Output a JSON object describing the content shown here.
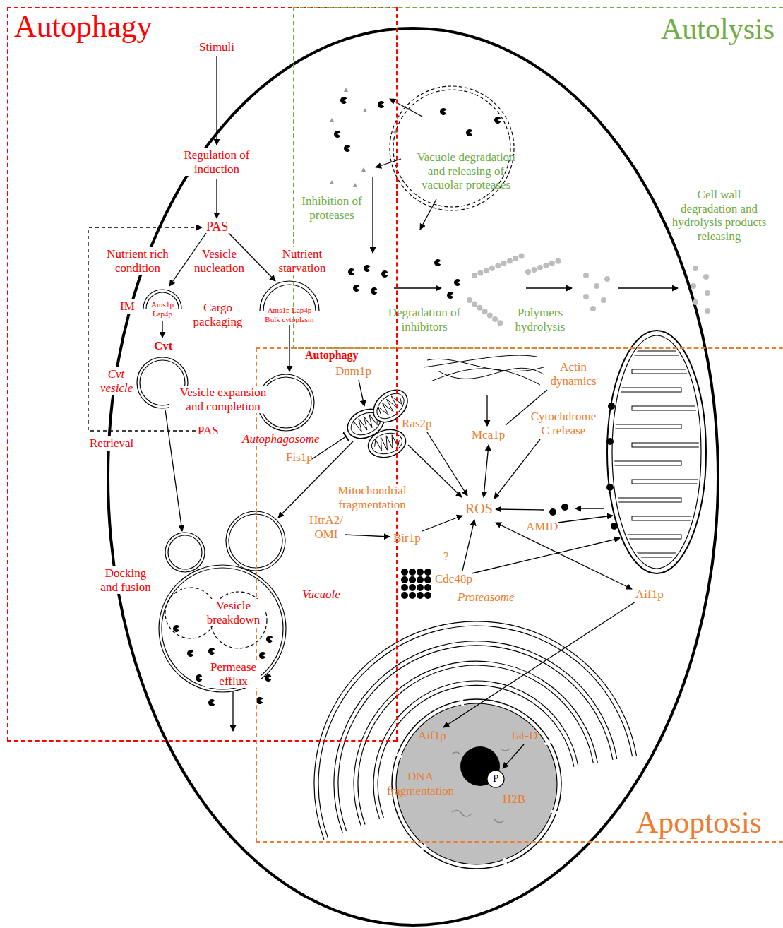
{
  "diagram": {
    "nodes": [
      {
        "text": [
          "Autophagy"
        ]
      },
      {
        "text": [
          "Autolysis"
        ]
      },
      {
        "text": [
          "Apoptosis"
        ]
      }
    ],
    "labels": [
      "Stimuli",
      "Regulation of induction",
      "PAS",
      "Nutrient rich condition",
      "Vesicle nucleation",
      "Nutrient starvation",
      "IM",
      "Ams1p Lap4p",
      "Cargo packaging",
      "Ams1p Lap4p Bulk cytoplasm",
      "Cvt",
      "Cvt vesicle",
      "Vesicle expansion and completion",
      "PAS",
      "Autophagosome",
      "Retrieval",
      "Docking and fusion",
      "Vesicle breakdown",
      "Vacuole",
      "Permease efflux",
      "Vacuole degradation and releasing of vacuolar proteases",
      "Inhibition of proteases",
      "Cell wall degradation and hydrolysis products releasing",
      "Degradation of inhibitors",
      "Polymers hydrolysis",
      "Autophagy",
      "Dnm1p",
      "Actin dynamics",
      "Ras2p",
      "Mca1p",
      "Cytochdrome C release",
      "Fis1p",
      "Mitochondrial fragmentation",
      "ROS",
      "HtrA2/ OMI",
      "Bir1p",
      "?",
      "AMID",
      "Cdc48p",
      "Proteasome",
      "Aif1p",
      "Aif1p",
      "Tat-D",
      "DNA fragmentation",
      "P",
      "H2B"
    ]
  }
}
